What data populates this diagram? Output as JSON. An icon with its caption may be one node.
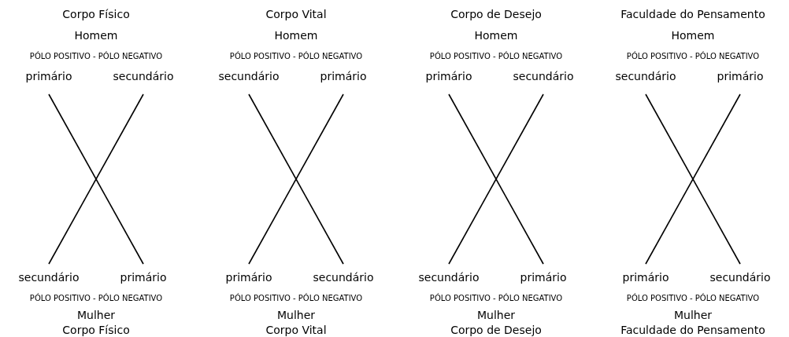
{
  "diagram": {
    "nodes": [
      {
        "text": [
          "primário"
        ]
      },
      {
        "text": [
          "secundário"
        ]
      },
      {
        "text": [
          "secundário"
        ]
      },
      {
        "text": [
          "primário"
        ]
      },
      {
        "text": [
          "primário"
        ]
      },
      {
        "text": [
          "secundário"
        ]
      },
      {
        "text": [
          "secundário"
        ]
      },
      {
        "text": [
          "primário"
        ]
      },
      {
        "text": [
          "secundário"
        ]
      },
      {
        "text": [
          "primário"
        ]
      },
      {
        "text": [
          "primário"
        ]
      },
      {
        "text": [
          "secundário"
        ]
      },
      {
        "text": [
          "secundário"
        ]
      },
      {
        "text": [
          "primário"
        ]
      },
      {
        "text": [
          "primário"
        ]
      },
      {
        "text": [
          "secundário"
        ]
      }
    ],
    "edges": [
      {
        "from": 0,
        "to": 9,
        "arrow": "none"
      },
      {
        "from": 1,
        "to": 8,
        "arrow": "none"
      },
      {
        "from": 2,
        "to": 11,
        "arrow": "none"
      },
      {
        "from": 3,
        "to": 10,
        "arrow": "none"
      },
      {
        "from": 4,
        "to": 13,
        "arrow": "none"
      },
      {
        "from": 5,
        "to": 12,
        "arrow": "none"
      },
      {
        "from": 6,
        "to": 15,
        "arrow": "none"
      },
      {
        "from": 7,
        "to": 14,
        "arrow": "none"
      }
    ],
    "labels": [
      "Corpo Físico",
      "Corpo Vital",
      "Corpo de Desejo",
      "Faculdade do Pensamento",
      "Homem",
      "Homem",
      "Homem",
      "Homem",
      "PÓLO POSITIVO - PÓLO NEGATIVO",
      "PÓLO POSITIVO - PÓLO NEGATIVO",
      "PÓLO POSITIVO - PÓLO NEGATIVO",
      "PÓLO POSITIVO - PÓLO NEGATIVO",
      "PÓLO POSITIVO - PÓLO NEGATIVO",
      "PÓLO POSITIVO - PÓLO NEGATIVO",
      "PÓLO POSITIVO - PÓLO NEGATIVO",
      "PÓLO POSITIVO - PÓLO NEGATIVO",
      "Mulher",
      "Mulher",
      "Mulher",
      "Mulher",
      "Corpo Físico",
      "Corpo Vital",
      "Corpo de Desejo",
      "Faculdade do Pensamento"
    ]
  }
}
